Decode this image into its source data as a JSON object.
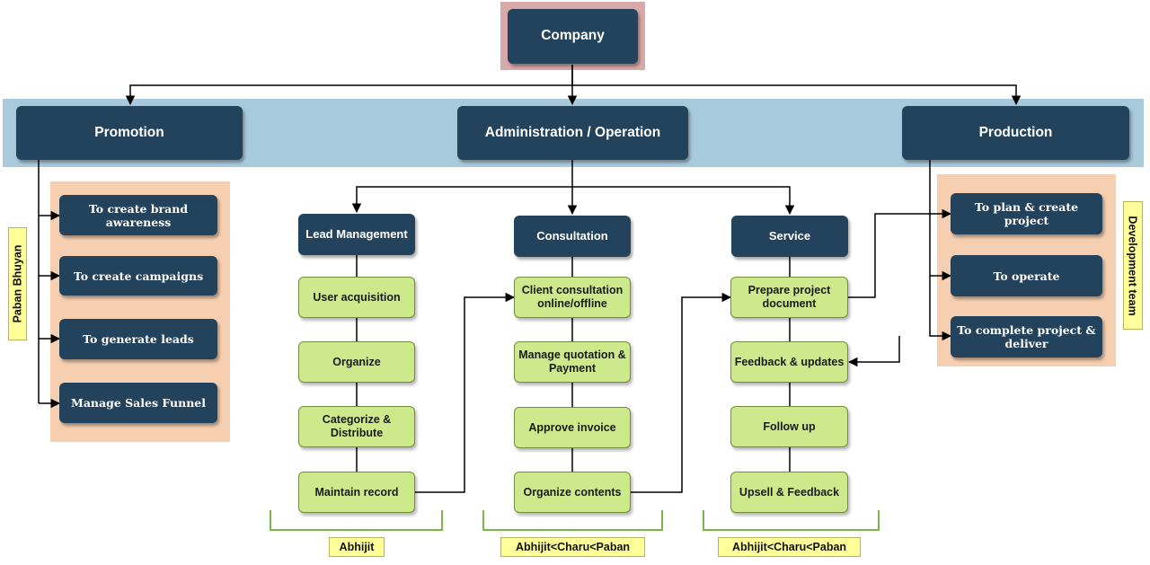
{
  "top": {
    "company": "Company"
  },
  "departments": {
    "promotion": "Promotion",
    "administration": "Administration / Operation",
    "production": "Production"
  },
  "promotion_tasks": [
    "To create brand awareness",
    "To create campaigns",
    "To generate leads",
    "Manage Sales Funnel"
  ],
  "admin_units": {
    "lead_management": "Lead Management",
    "consultation": "Consultation",
    "service": "Service"
  },
  "lead_steps": [
    "User acquisition",
    "Organize",
    "Categorize & Distribute",
    "Maintain record"
  ],
  "consultation_steps": [
    "Client consultation online/offline",
    "Manage quotation & Payment",
    "Approve invoice",
    "Organize contents"
  ],
  "service_steps": [
    "Prepare project document",
    "Feedback & updates",
    "Follow up",
    "Upsell & Feedback"
  ],
  "production_tasks": [
    "To plan & create project",
    "To operate",
    "To complete project & deliver"
  ],
  "owners": {
    "promotion": "Paban Bhuyan",
    "production": "Development team",
    "lead": "Abhijit",
    "consultation": "Abhijit<Charu<Paban",
    "service": "Abhijit<Charu<Paban"
  },
  "colors": {
    "dark_node": "#23425b",
    "green_node": "#cde98b",
    "band_blue": "#a9c9dd",
    "band_orange": "#f6cfb0",
    "company_band": "#d9a8a8",
    "tag_yellow": "#ffff99"
  }
}
